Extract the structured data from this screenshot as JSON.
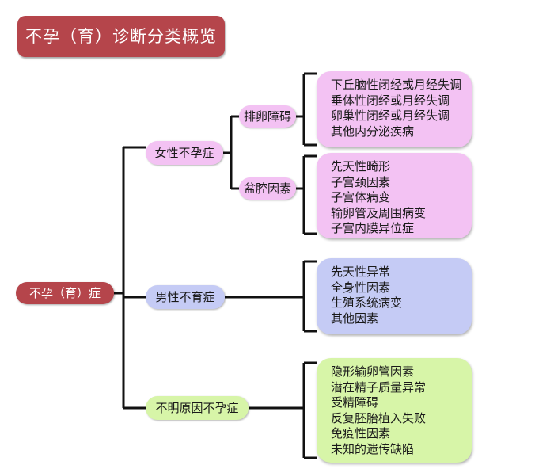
{
  "title": "不孕（育）诊断分类概览",
  "root": "不孕（育）症",
  "branches": {
    "female": {
      "label": "女性不孕症",
      "sub": {
        "ovulation": {
          "label": "排卵障碍",
          "items": [
            "下丘脑性闭经或月经失调",
            "垂体性闭经或月经失调",
            "卵巢性闭经或月经失调",
            "其他内分泌疾病"
          ]
        },
        "pelvic": {
          "label": "盆腔因素",
          "items": [
            "先天性畸形",
            "子宫颈因素",
            "子宫体病变",
            "输卵管及周围病变",
            "子宫内膜异位症"
          ]
        }
      }
    },
    "male": {
      "label": "男性不育症",
      "items": [
        "先天性异常",
        "全身性因素",
        "生殖系统病变",
        "其他因素"
      ]
    },
    "unexplained": {
      "label": "不明原因不孕症",
      "items": [
        "隐形输卵管因素",
        "潜在精子质量异常",
        "受精障碍",
        "反复胚胎植入失败",
        "免疫性因素",
        "未知的遗传缺陷"
      ]
    }
  },
  "colors": {
    "title_bg": "#b5454b",
    "female": "#f3c2f3",
    "male": "#c5cbf5",
    "unexplained": "#d7f5a8",
    "line": "#111111"
  }
}
